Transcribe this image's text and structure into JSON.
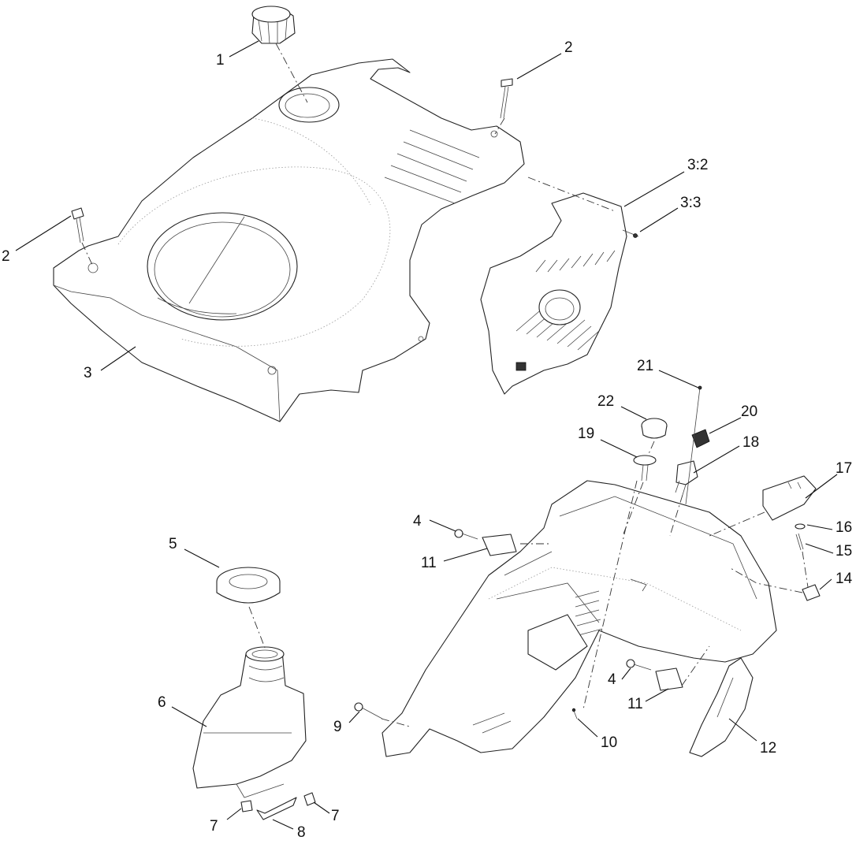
{
  "callouts": {
    "c1": "1",
    "c2a": "2",
    "c2b": "2",
    "c3": "3",
    "c3_2": "3:2",
    "c3_3": "3:3",
    "c4a": "4",
    "c4b": "4",
    "c5": "5",
    "c6": "6",
    "c7a": "7",
    "c7b": "7",
    "c8": "8",
    "c9": "9",
    "c10": "10",
    "c11a": "11",
    "c11b": "11",
    "c12": "12",
    "c14": "14",
    "c15": "15",
    "c16": "16",
    "c17": "17",
    "c18": "18",
    "c19": "19",
    "c20": "20",
    "c21": "21",
    "c22": "22"
  }
}
